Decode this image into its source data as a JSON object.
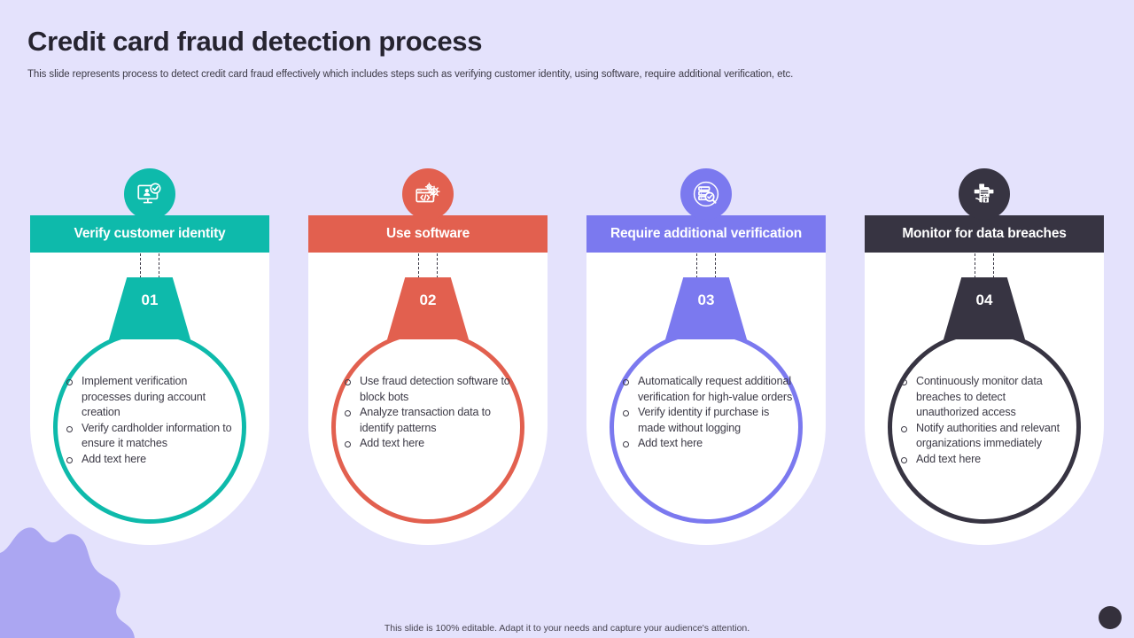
{
  "header": {
    "title": "Credit card fraud detection process",
    "subtitle": "This slide represents process to detect credit card fraud effectively which includes steps such as verifying customer identity, using software, require additional verification, etc."
  },
  "footer": {
    "note": "This slide is 100% editable. Adapt it to your needs and capture your audience's attention."
  },
  "colors": {
    "background": "#e4e2fc",
    "blob": "#aba6f2",
    "corner_dot": "#34303c",
    "text": "#3c3a46"
  },
  "cards": [
    {
      "number": "01",
      "title": "Verify customer identity",
      "color": "#0ebaab",
      "icon": "monitor-user-check-icon",
      "bullets": [
        "Implement verification processes during account creation",
        "Verify cardholder information to ensure it matches",
        "Add text here"
      ]
    },
    {
      "number": "02",
      "title": "Use software",
      "color": "#e2604f",
      "icon": "code-window-gears-icon",
      "bullets": [
        "Use fraud detection software to block bots",
        "Analyze transaction data to identify patterns",
        "Add text here"
      ]
    },
    {
      "number": "03",
      "title": "Require additional verification",
      "color": "#7b79ef",
      "icon": "document-search-icon",
      "bullets": [
        "Automatically request additional verification for high-value orders",
        "Verify identity if purchase is made without logging",
        "Add text here"
      ]
    },
    {
      "number": "04",
      "title": "Monitor for data breaches",
      "color": "#373442",
      "icon": "document-lock-icon",
      "bullets": [
        "Continuously monitor data breaches to detect unauthorized access",
        "Notify authorities and relevant organizations immediately",
        "Add text here"
      ]
    }
  ]
}
